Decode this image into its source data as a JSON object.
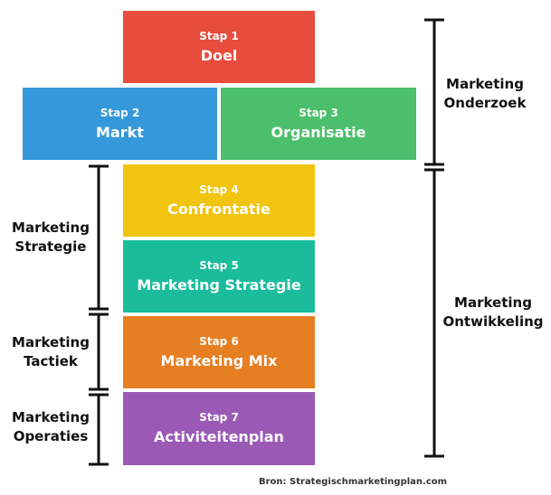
{
  "steps": [
    {
      "step": "Stap 1",
      "title": "Doel",
      "color": "#e84c3d"
    },
    {
      "step": "Stap 2",
      "title": "Markt",
      "color": "#3498db"
    },
    {
      "step": "Stap 3",
      "title": "Organisatie",
      "color": "#4bbf6b"
    },
    {
      "step": "Stap 4",
      "title": "Confrontatie",
      "color": "#f1c40f"
    },
    {
      "step": "Stap 5",
      "title": "Marketing Strategie",
      "color": "#1abc9c"
    },
    {
      "step": "Stap 6",
      "title": "Marketing Mix",
      "color": "#e67e22"
    },
    {
      "step": "Stap 7",
      "title": "Activiteitenplan",
      "color": "#9b59b6"
    }
  ],
  "left_labels": {
    "strategie": [
      "Marketing",
      "Strategie"
    ],
    "tactiek": [
      "Marketing",
      "Tactiek"
    ],
    "operaties": [
      "Marketing",
      "Operaties"
    ]
  },
  "right_labels": {
    "onderzoek": [
      "Marketing",
      "Onderzoek"
    ],
    "ontwikkeling": [
      "Marketing",
      "Ontwikkeling"
    ]
  },
  "source": "Bron: Strategischmarketingplan.com"
}
